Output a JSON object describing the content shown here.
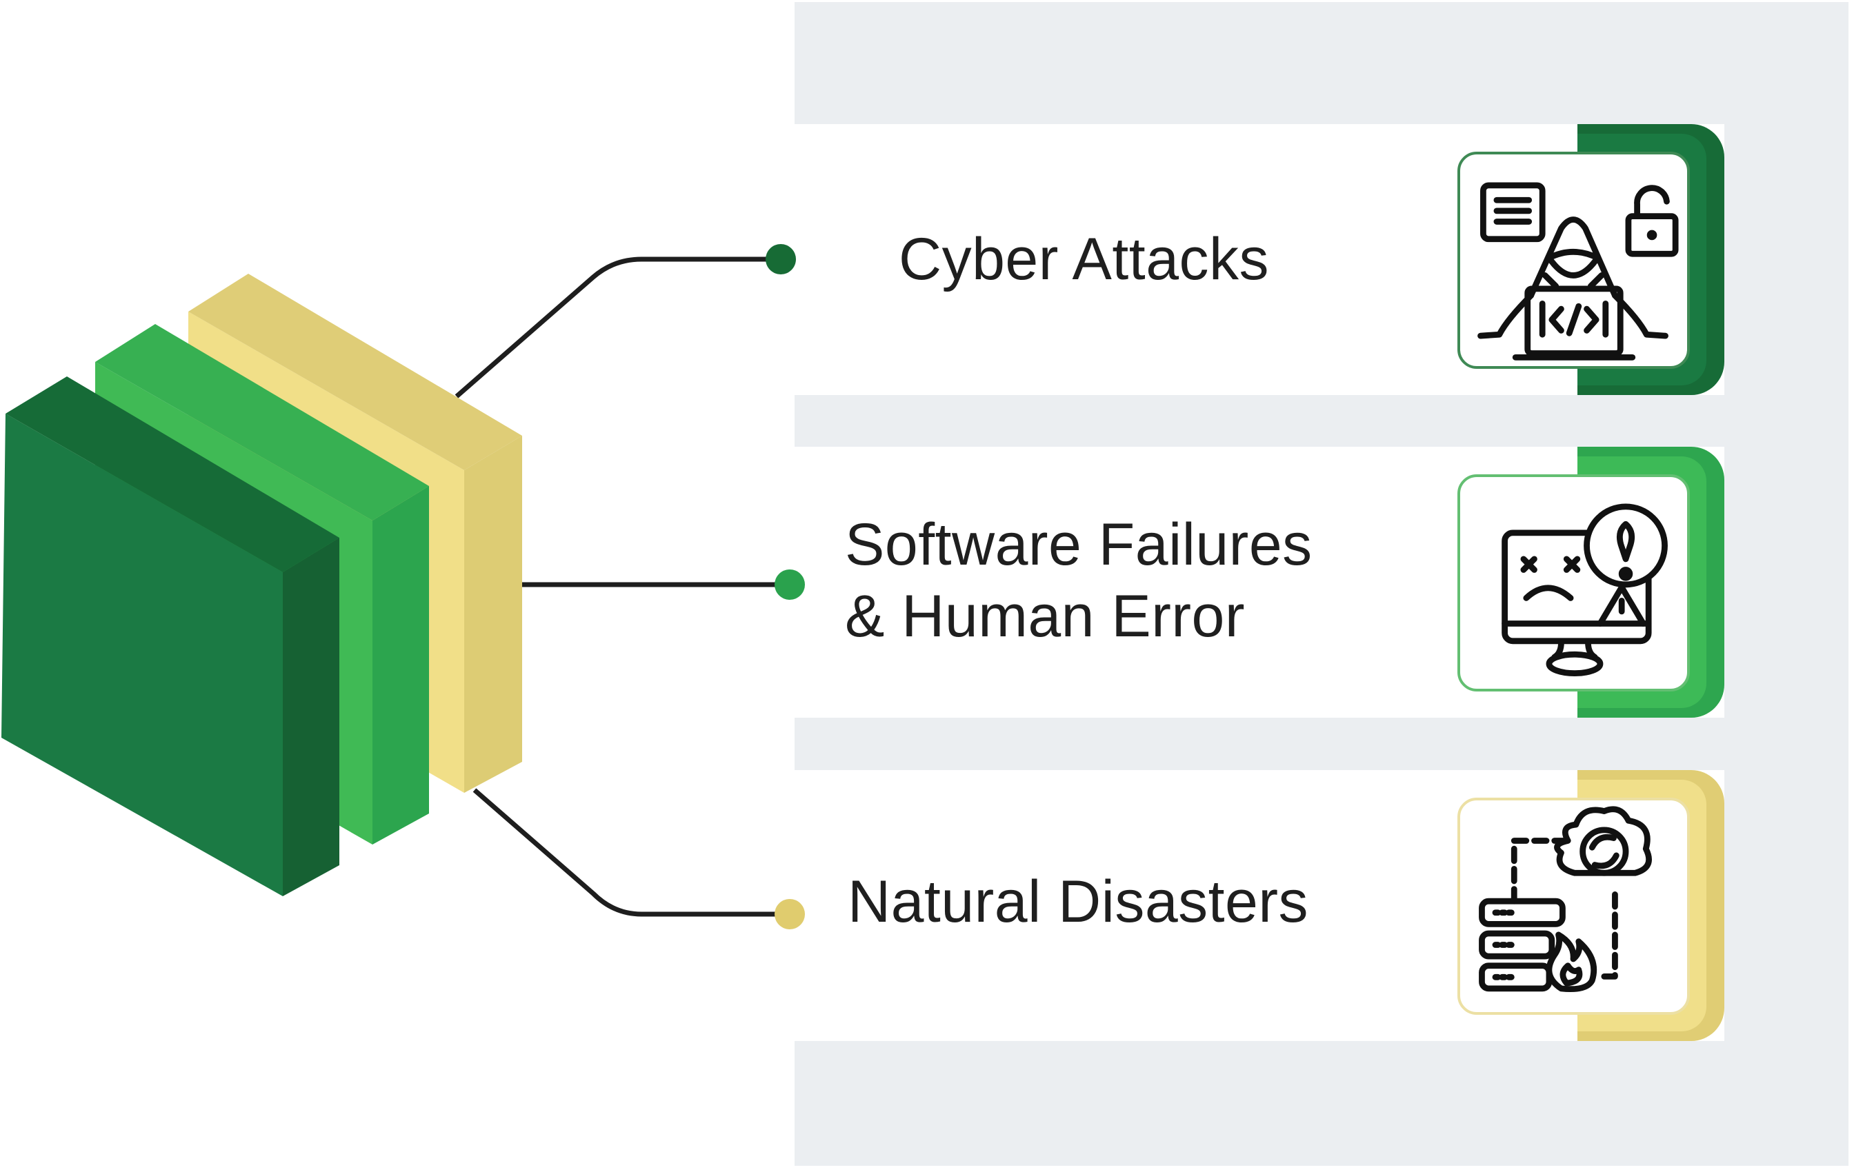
{
  "diagram": {
    "title": "",
    "layers": [
      {
        "name": "Cyber Attacks layer",
        "color_front": "#1b7a44",
        "color_top": "#166b37",
        "color_side": "#166133"
      },
      {
        "name": "Software Failures layer",
        "color_front": "#40ba55",
        "color_top": "#37b052",
        "color_side": "#2ca54e"
      },
      {
        "name": "Natural Disasters layer",
        "color_front": "#f1df88",
        "color_top": "#dfcd77",
        "color_side": "#ddcc74"
      }
    ],
    "items": [
      {
        "id": "cyber-attacks",
        "lines": [
          "Cyber Attacks"
        ],
        "icon": "hacker-laptop-icon",
        "accent": "#1a7a42",
        "accent_outer": "#176b37",
        "dot_color": "#176b35"
      },
      {
        "id": "software-failures",
        "lines": [
          "Software Failures",
          "& Human Error"
        ],
        "icon": "broken-monitor-warning-icon",
        "accent": "#3dba57",
        "accent_outer": "#2ea64f",
        "dot_color": "#2aa24d"
      },
      {
        "id": "natural-disasters",
        "lines": [
          "Natural Disasters"
        ],
        "icon": "server-fire-cloud-backup-icon",
        "accent": "#f0df8a",
        "accent_outer": "#e0cd74",
        "dot_color": "#e0cc6e"
      }
    ],
    "colors": {
      "panel_bg": "#ebeef1",
      "card_bg": "#ffffff",
      "text": "#1f1f1f",
      "connector": "#1e1e1e"
    }
  }
}
